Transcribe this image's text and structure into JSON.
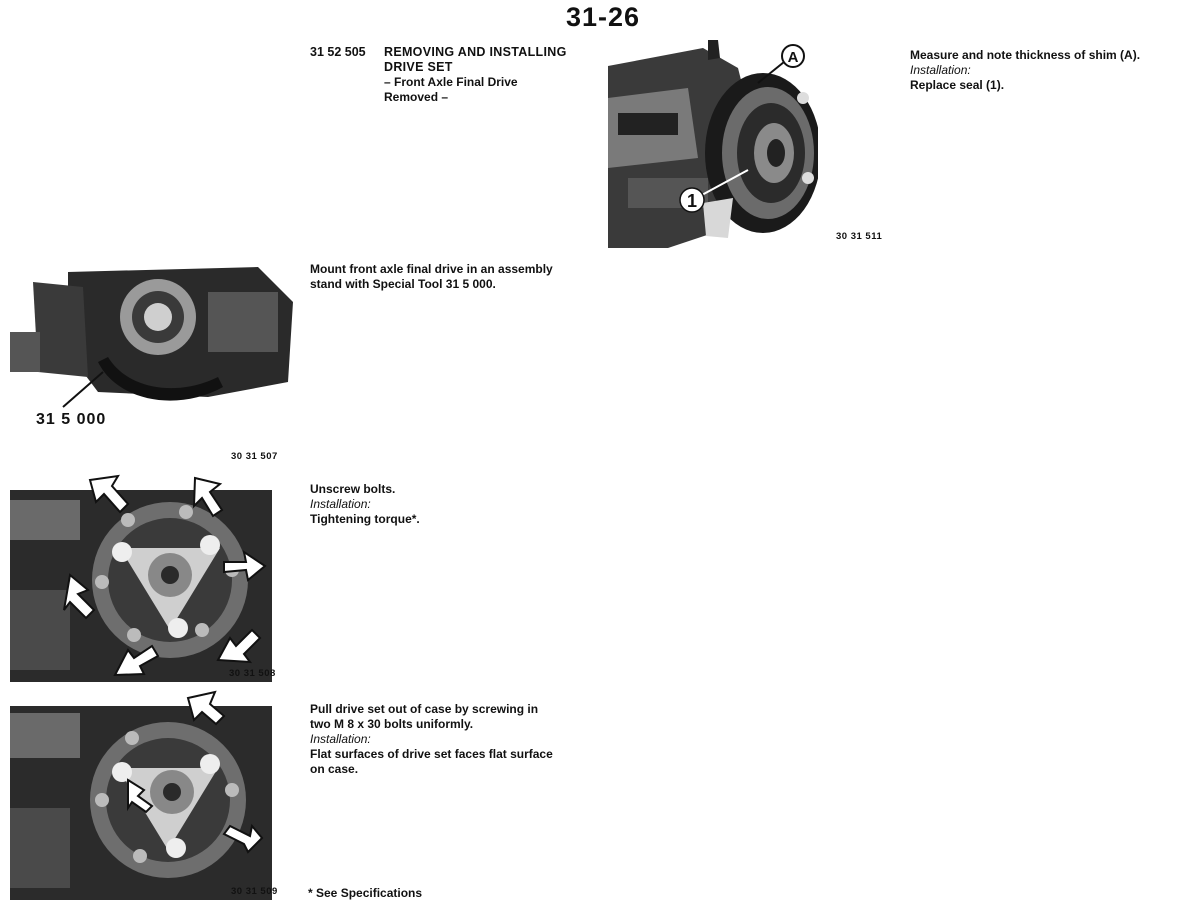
{
  "page": {
    "number": "31-26"
  },
  "procedure": {
    "code": "31 52 505",
    "title": [
      "REMOVING AND INSTALLING",
      "DRIVE SET"
    ],
    "subtitle": [
      "– Front Axle Final Drive",
      "Removed –"
    ]
  },
  "steps": [
    {
      "figure": "30 31 511",
      "callouts": [
        "A",
        "1"
      ],
      "lines": [
        "Measure and note thickness of shim (A)."
      ],
      "install_label": "Installation:",
      "install_lines": [
        "Replace seal (1)."
      ]
    },
    {
      "figure": "30 31 507",
      "tool_label": "31 5 000",
      "lines": [
        "Mount front axle final drive in an assembly",
        "stand with Special Tool 31 5 000."
      ]
    },
    {
      "figure": "30 31 508",
      "lines": [
        "Unscrew bolts."
      ],
      "install_label": "Installation:",
      "install_lines": [
        "Tightening torque*."
      ]
    },
    {
      "figure": "30 31 509",
      "lines": [
        "Pull drive set out of case by screwing in",
        "two M 8 x 30 bolts uniformly."
      ],
      "install_label": "Installation:",
      "install_lines": [
        "Flat surfaces of drive set faces flat surface",
        "on case."
      ]
    }
  ],
  "footnote": "* See Specifications"
}
